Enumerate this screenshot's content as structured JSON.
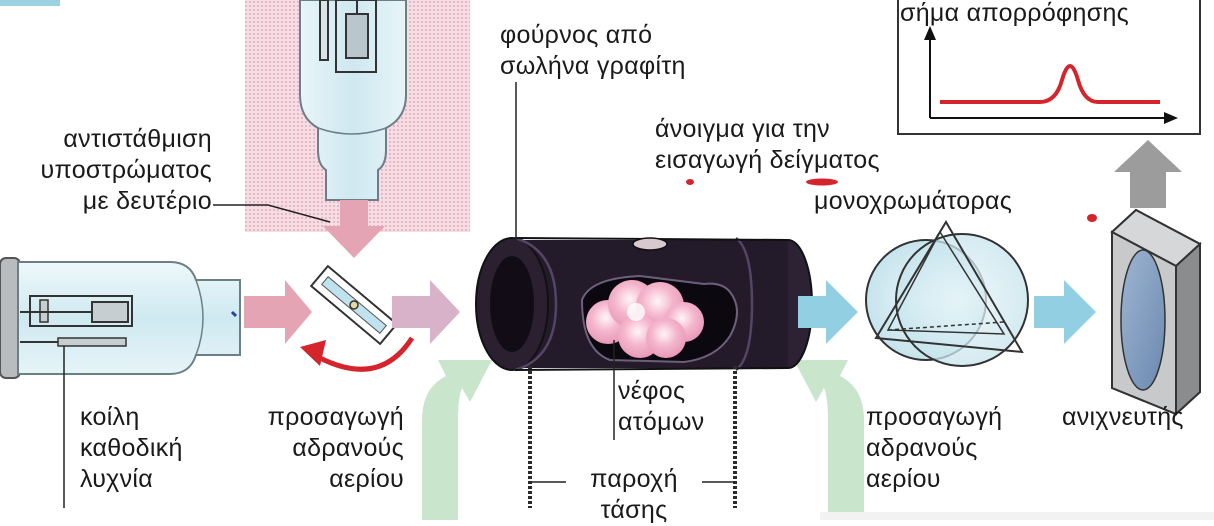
{
  "labels": {
    "absorption_signal": "σήμα απορρόφησης",
    "furnace": [
      "φούρνος από",
      "σωλήνα γραφίτη"
    ],
    "opening": [
      "άνοιγμα για την",
      "εισαγωγή δείγματος"
    ],
    "monochromator": "μονοχρωμάτορας",
    "deuterium": [
      "αντιστάθμιση",
      "υποστρώματος",
      "με δευτέριο"
    ],
    "hollow_cathode": [
      "κοίλη",
      "καθοδική",
      "λυχνία"
    ],
    "inert_gas_left": [
      "προσαγωγή",
      "αδρανούς",
      "αερίου"
    ],
    "atom_cloud": [
      "νέφος",
      "ατόμων"
    ],
    "voltage": [
      "παροχή",
      "τάσης"
    ],
    "inert_gas_right": [
      "προσαγωγή",
      "αδρανούς",
      "αερίου"
    ],
    "detector": "ανιχνευτής"
  },
  "colors": {
    "pink_arrow": "#e5a4b4",
    "blue_arrow": "#92cfe2",
    "green_arrow": "#c9e5cb",
    "gray_arrow": "#9c9c9c",
    "furnace_body": "#231a2a",
    "signal_line": "#d5242c",
    "rotation_arrow": "#d5242c"
  }
}
